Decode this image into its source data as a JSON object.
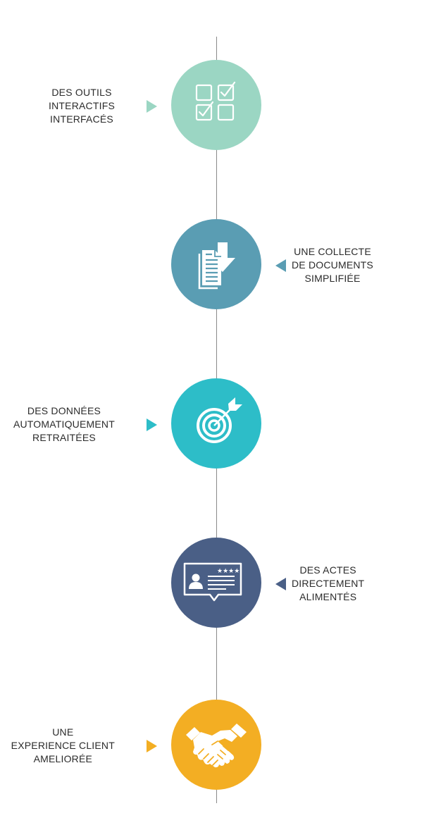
{
  "colors": {
    "line": "#8a8a8a",
    "mint": "#9bd6c3",
    "steel_blue": "#5a9db3",
    "turquoise": "#2dbdc8",
    "slate": "#4a5f86",
    "amber": "#f3ae23"
  },
  "steps": [
    {
      "lines": [
        "DES OUTILS",
        "INTERACTIFS",
        "INTERFACÉS"
      ],
      "side": "left",
      "icon": "checklist-icon",
      "color": "#9bd6c3"
    },
    {
      "lines": [
        "UNE COLLECTE",
        "DE DOCUMENTS",
        "SIMPLIFIÉE"
      ],
      "side": "right",
      "icon": "document-download-icon",
      "color": "#5a9db3"
    },
    {
      "lines": [
        "DES DONNÉES",
        "AUTOMATIQUEMENT",
        "RETRAITÉES"
      ],
      "side": "left",
      "icon": "target-icon",
      "color": "#2dbdc8"
    },
    {
      "lines": [
        "DES ACTES",
        "DIRECTEMENT",
        "ALIMENTÉS"
      ],
      "side": "right",
      "icon": "profile-card-icon",
      "color": "#4a5f86"
    },
    {
      "lines": [
        "UNE",
        "EXPERIENCE CLIENT",
        "AMELIORÉE"
      ],
      "side": "left",
      "icon": "handshake-icon",
      "color": "#f3ae23"
    }
  ]
}
